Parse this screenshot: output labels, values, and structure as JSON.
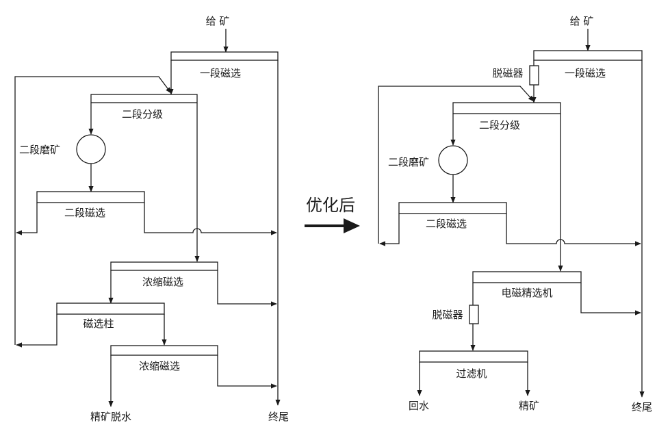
{
  "left": {
    "feed": "给 矿",
    "stage1_magsep": "一段磁选",
    "stage2_classify": "二段分级",
    "stage2_grind": "二段磨矿",
    "stage2_magsep": "二段磁选",
    "thicken_magsep_1": "浓缩磁选",
    "magsep_column": "磁选柱",
    "thicken_magsep_2": "浓缩磁选",
    "concentrate_dewater": "精矿脱水",
    "tailings": "终尾"
  },
  "transition": {
    "label": "优化后"
  },
  "right": {
    "feed": "给 矿",
    "demagnetizer_1": "脱磁器",
    "stage1_magsep": "一段磁选",
    "stage2_classify": "二段分级",
    "stage2_grind": "二段磨矿",
    "stage2_magsep": "二段磁选",
    "electromag_cleaner": "电磁精选机",
    "demagnetizer_2": "脱磁器",
    "filter": "过滤机",
    "return_water": "回水",
    "concentrate": "精矿",
    "tailings": "终尾"
  }
}
